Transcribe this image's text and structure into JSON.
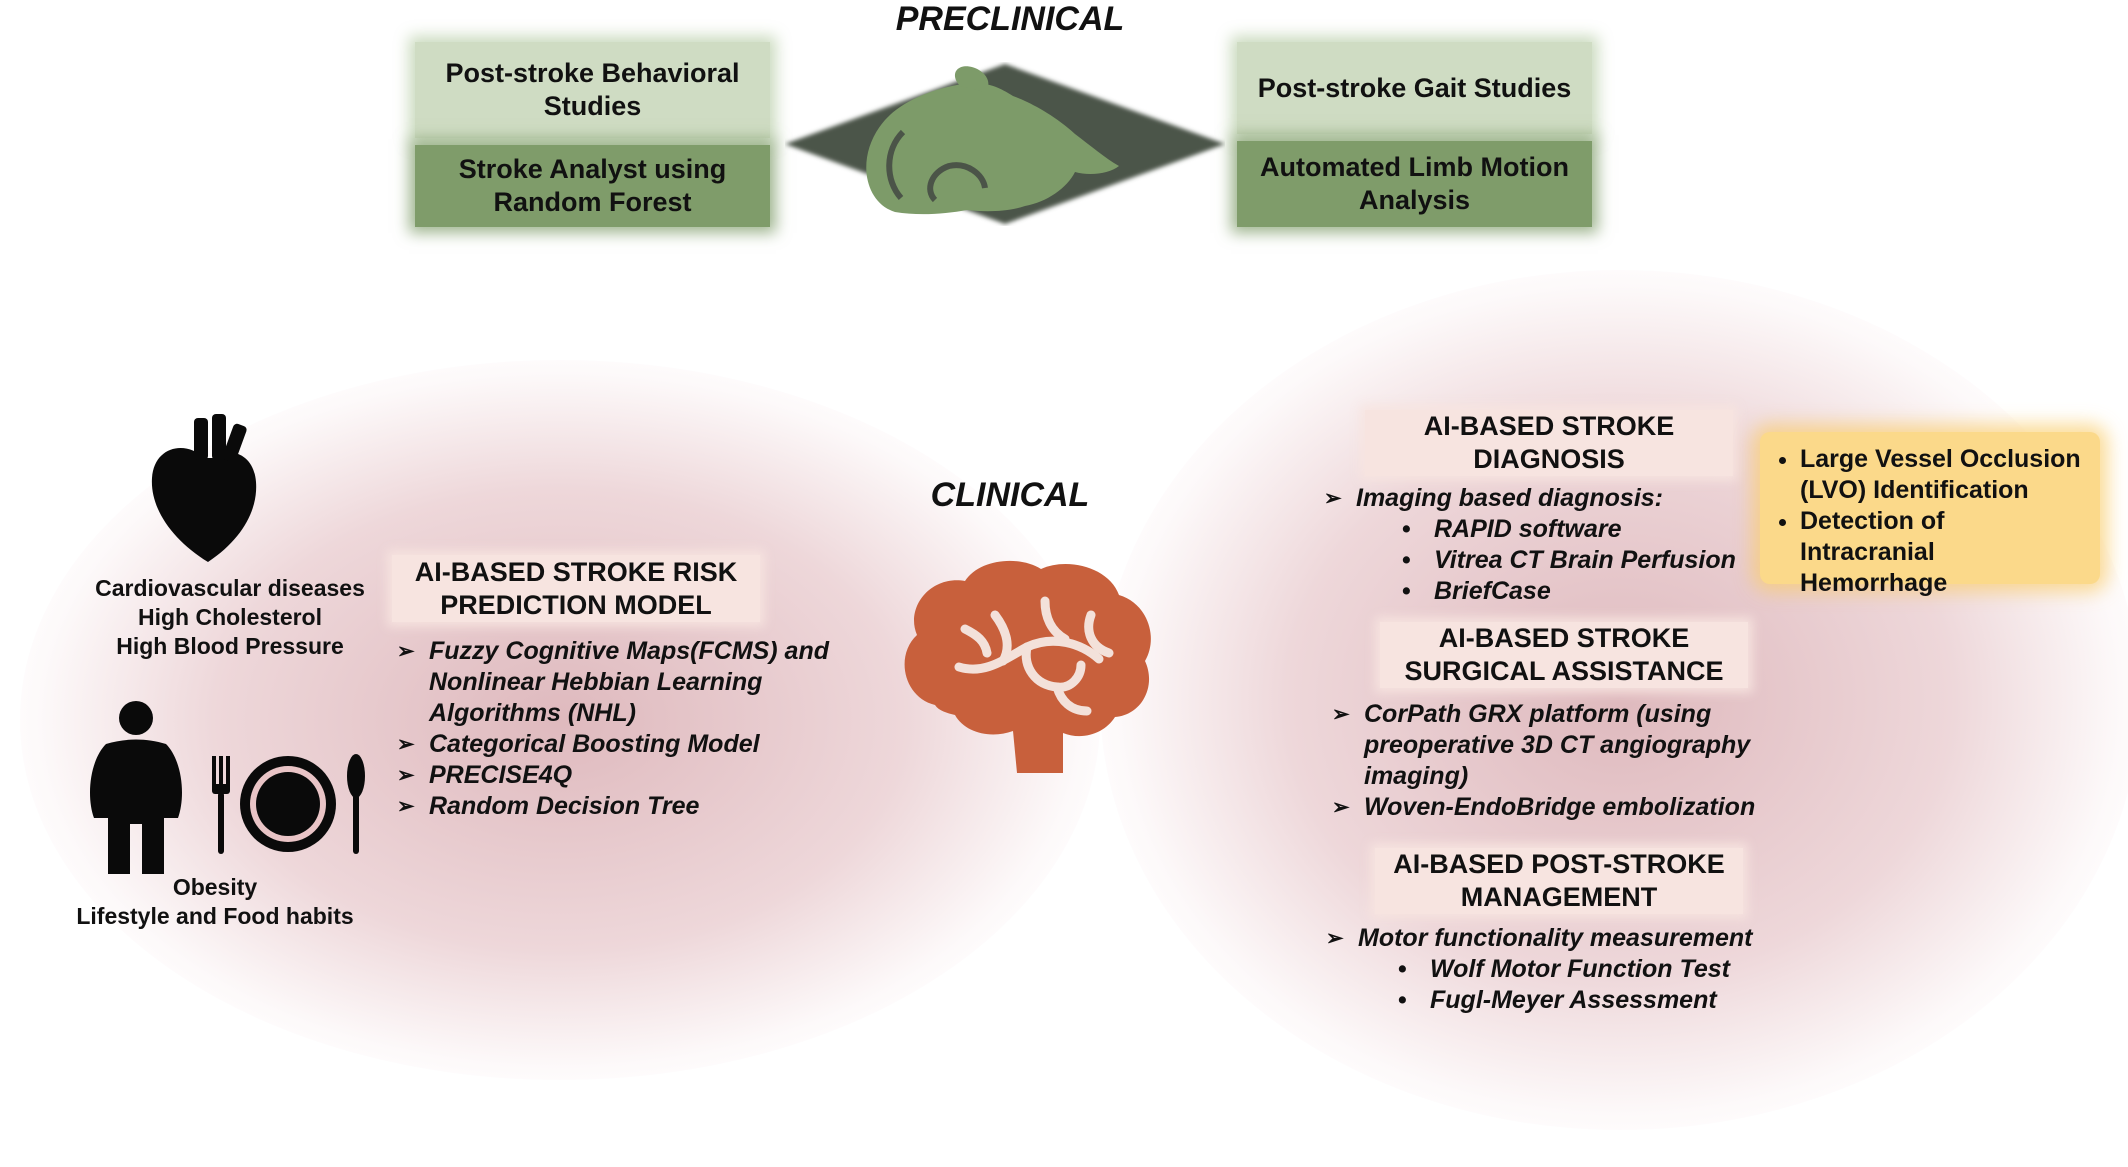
{
  "preclinical": {
    "title": "PRECLINICAL",
    "left_top": "Post-stroke Behavioral Studies",
    "left_bottom": "Stroke Analyst using Random Forest",
    "right_top": "Post-stroke Gait Studies",
    "right_bottom": "Automated Limb Motion Analysis"
  },
  "clinical": {
    "title": "CLINICAL"
  },
  "risk_factors": {
    "heart_caption": [
      "Cardiovascular diseases",
      "High Cholesterol",
      "High Blood Pressure"
    ],
    "obesity_caption": [
      "Obesity",
      "Lifestyle and Food habits"
    ]
  },
  "risk_model": {
    "title": "AI-BASED STROKE RISK PREDICTION MODEL",
    "items": [
      "Fuzzy Cognitive Maps(FCMS) and Nonlinear Hebbian Learning Algorithms (NHL)",
      "Categorical Boosting Model",
      "PRECISE4Q",
      "Random Decision Tree"
    ]
  },
  "diagnosis": {
    "title": "AI-BASED STROKE DIAGNOSIS",
    "item": "Imaging based diagnosis:",
    "subitems": [
      "RAPID software",
      "Vitrea CT Brain Perfusion",
      "BriefCase"
    ]
  },
  "diagnosis_callout": {
    "items": [
      "Large Vessel Occlusion (LVO) Identification",
      "Detection of Intracranial Hemorrhage"
    ]
  },
  "surgical": {
    "title": "AI-BASED STROKE SURGICAL ASSISTANCE",
    "items": [
      "CorPath GRX platform (using preoperative 3D CT angiography imaging)",
      "Woven-EndoBridge embolization"
    ]
  },
  "management": {
    "title": "AI-BASED POST-STROKE MANAGEMENT",
    "item": "Motor functionality measurement",
    "subitems": [
      "Wolf Motor Function Test",
      "Fugl-Meyer Assessment"
    ]
  },
  "colors": {
    "green_light": "#cfdcc3",
    "green_dark": "#7f9c6a",
    "rat": "#7d9b69",
    "diamond": "#4b5448",
    "brain": "#c8603c",
    "pink_box": "#f7e4e0",
    "yellow_box": "#fbd98a"
  }
}
